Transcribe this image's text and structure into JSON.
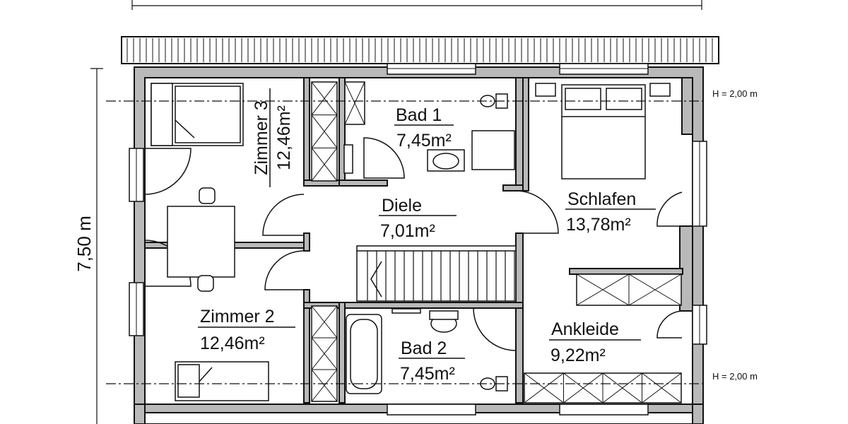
{
  "plan": {
    "rooms": [
      {
        "key": "zimmer3",
        "name": "Zimmer 3",
        "area": "12,46m²"
      },
      {
        "key": "bad1",
        "name": "Bad 1",
        "area": "7,45m²"
      },
      {
        "key": "diele",
        "name": "Diele",
        "area": "7,01m²"
      },
      {
        "key": "schlafen",
        "name": "Schlafen",
        "area": "13,78m²"
      },
      {
        "key": "zimmer2",
        "name": "Zimmer 2",
        "area": "12,46m²"
      },
      {
        "key": "bad2",
        "name": "Bad 2",
        "area": "7,45m²"
      },
      {
        "key": "ankleide",
        "name": "Ankleide",
        "area": "9,22m²"
      }
    ],
    "dimension_left": "7,50 m",
    "height_marker_top": "H = 2,00 m",
    "height_marker_bottom": "H = 2,00 m"
  },
  "colors": {
    "wall_fill": "#b9b9b9",
    "line": "#111111",
    "background": "#ffffff"
  }
}
